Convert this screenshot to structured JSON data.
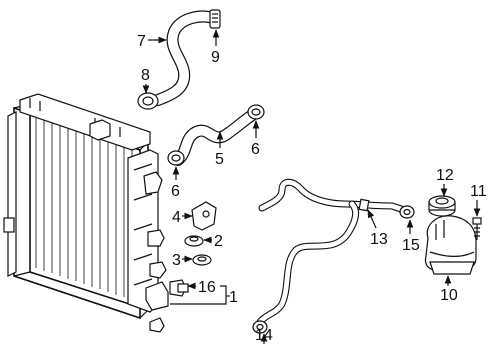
{
  "labels": {
    "p1": "1",
    "p2": "2",
    "p3": "3",
    "p4": "4",
    "p5": "5",
    "p6a": "6",
    "p6b": "6",
    "p7": "7",
    "p8": "8",
    "p9": "9",
    "p10": "10",
    "p11": "11",
    "p12": "12",
    "p13": "13",
    "p14": "14",
    "p15": "15",
    "p16": "16"
  }
}
